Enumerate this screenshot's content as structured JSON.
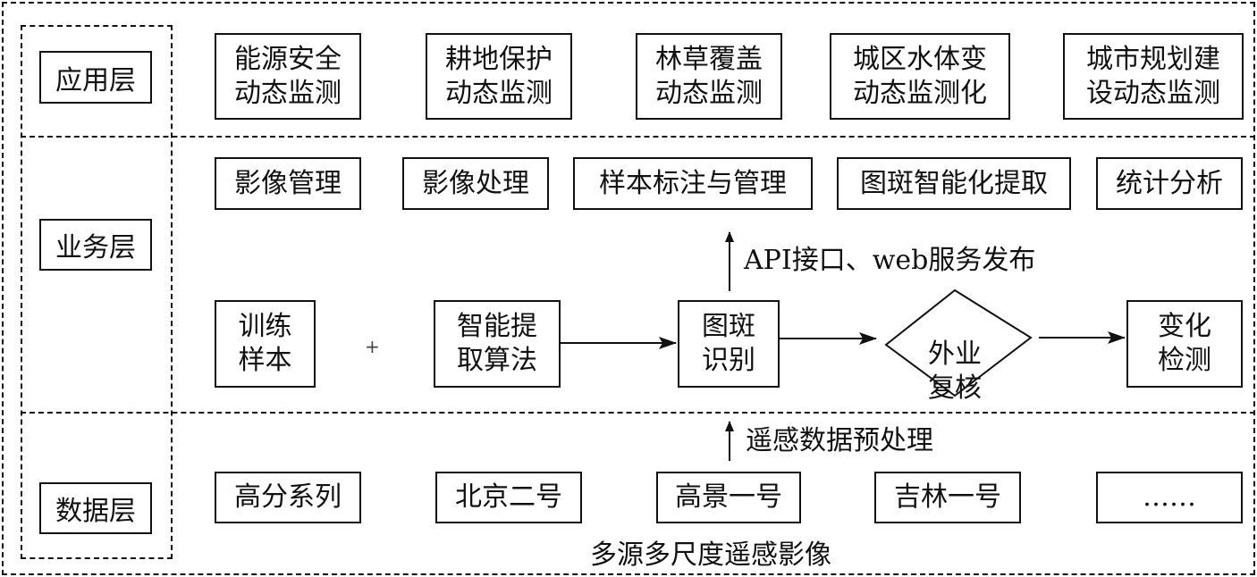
{
  "layers": {
    "application": {
      "label": "应用层"
    },
    "business": {
      "label": "业务层"
    },
    "data": {
      "label": "数据层"
    }
  },
  "application_items": [
    "能源安全\n动态监测",
    "耕地保护\n动态监测",
    "林草覆盖\n动态监测",
    "城区水体变\n动态监测化",
    "城市规划建\n设动态监测"
  ],
  "business_services": [
    "影像管理",
    "影像处理",
    "样本标注与管理",
    "图斑智能化提取",
    "统计分析"
  ],
  "workflow": {
    "training_samples": "训练\n样本",
    "plus_sign": "+",
    "algorithm": "智能提\n取算法",
    "patch_recognition": "图斑\n识别",
    "field_verification": "外业\n复核",
    "change_detection": "变化\n检测",
    "api_label": "API接口、web服务发布"
  },
  "data_sources": [
    "高分系列",
    "北京二号",
    "高景一号",
    "吉林一号",
    "……"
  ],
  "preprocess_label": "遥感数据预处理",
  "data_caption": "多源多尺度遥感影像"
}
